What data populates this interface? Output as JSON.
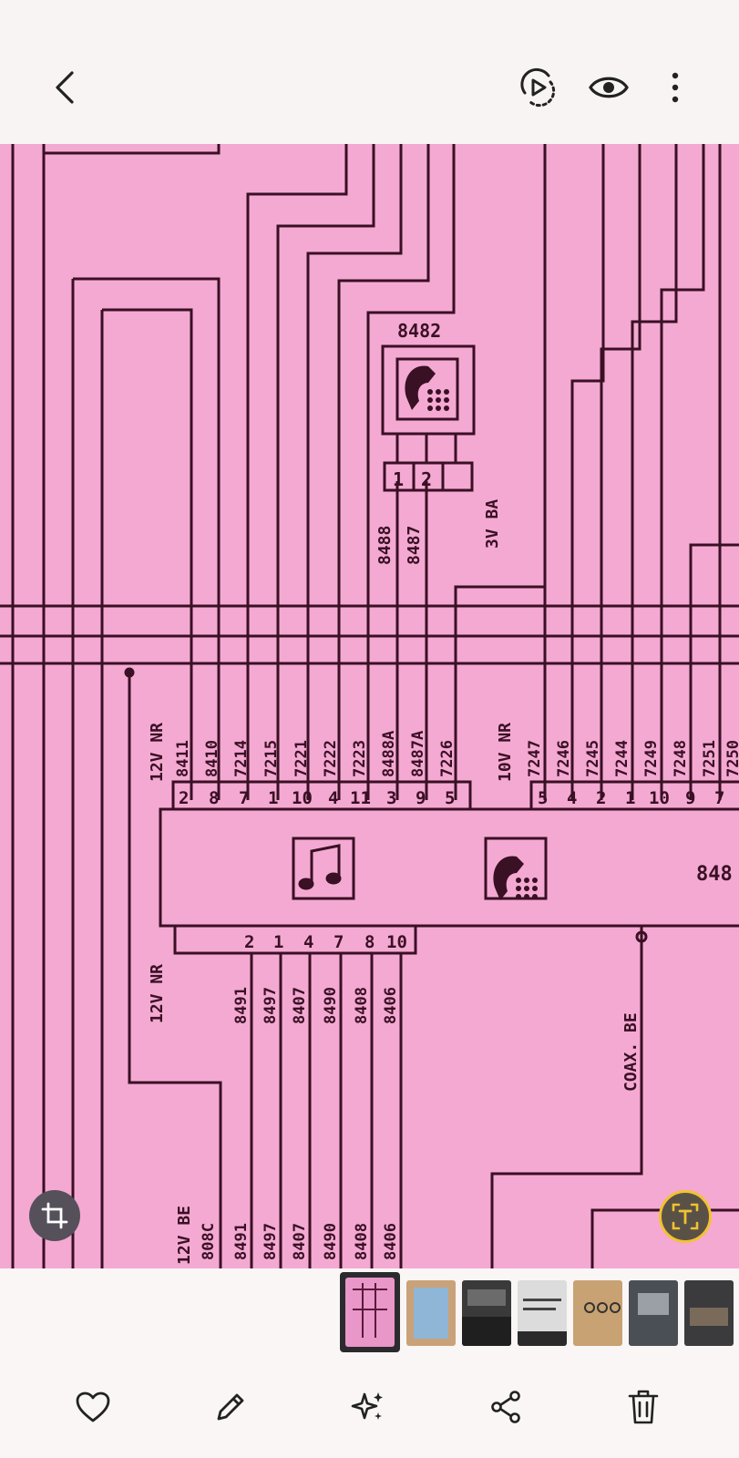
{
  "toolbar": {
    "back_icon": "chevron-left-icon",
    "motion_icon": "motion-photo-play-icon",
    "view_icon": "eye-icon",
    "more_icon": "more-vertical-icon"
  },
  "diagram": {
    "component_top": "8482",
    "component_top_pins": [
      "1",
      "2",
      ""
    ],
    "wires_top": [
      "8488",
      "8487"
    ],
    "note_top": "3V BA",
    "note_12v_nr": "12V NR",
    "note_10v_nr": "10V NR",
    "wires_left_group": [
      "8411",
      "8410",
      "7214",
      "7215",
      "7221",
      "7222",
      "7223",
      "8488A",
      "8487A",
      "7226"
    ],
    "pins_left_group": [
      "2",
      "8",
      "7",
      "1",
      "10",
      "4",
      "11",
      "3",
      "9",
      "5"
    ],
    "wires_right_group": [
      "7247",
      "7246",
      "7245",
      "7244",
      "7249",
      "7248",
      "7251",
      "7250"
    ],
    "pins_right_group": [
      "5",
      "4",
      "2",
      "1",
      "10",
      "9",
      "7"
    ],
    "module_label": "848",
    "bottom_pins": [
      "",
      "",
      "2",
      "1",
      "4",
      "7",
      "8",
      "10"
    ],
    "wires_bottom": [
      "8491",
      "8497",
      "8407",
      "8490",
      "8408",
      "8406"
    ],
    "note_12v_nr_lower": "12V NR",
    "note_coax": "COAX. BE",
    "note_12v_be": "12V BE",
    "label_808c": "808C",
    "wires_bottom_lower": [
      "8491",
      "8497",
      "8407",
      "8490",
      "8408",
      "8406"
    ]
  },
  "fab": {
    "crop_icon": "crop-icon",
    "text_extract_icon": "text-extract-icon"
  },
  "thumbnails": [
    {
      "name": "thumbnail-wiring-diagram-phone",
      "color": "#e996c8",
      "selected": true
    },
    {
      "name": "thumbnail-blue-document",
      "color": "#8fb6d6"
    },
    {
      "name": "thumbnail-car-interior",
      "color": "#3a3a3a"
    },
    {
      "name": "thumbnail-screen-text",
      "color": "#dcdcdc"
    },
    {
      "name": "thumbnail-keys",
      "color": "#c8a272"
    },
    {
      "name": "thumbnail-car-dashboard",
      "color": "#4a4f55"
    },
    {
      "name": "thumbnail-car-console",
      "color": "#3b3b3d"
    }
  ],
  "bottom_actions": {
    "favorite_icon": "heart-icon",
    "edit_icon": "pencil-icon",
    "enhance_icon": "sparkles-icon",
    "share_icon": "share-icon",
    "delete_icon": "trash-icon"
  }
}
